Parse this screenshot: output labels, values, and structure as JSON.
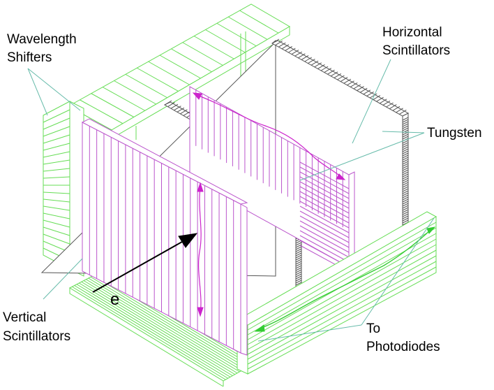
{
  "labels": {
    "wavelength_shifters": [
      "Wavelength",
      "Shifters"
    ],
    "horizontal_scintillators": [
      "Horizontal",
      "Scintillators"
    ],
    "tungsten": "Tungsten",
    "vertical_scintillators": [
      "Vertical",
      "Scintillators"
    ],
    "to_photodiodes": [
      "To",
      "Photodiodes"
    ],
    "electron": "e"
  },
  "colors": {
    "wavelength_shifter": "#66dd55",
    "scintillator": "#bb55cc",
    "tungsten": "#555555",
    "leader_line": "#66bbaa",
    "arrow": "#000000",
    "light_path_magenta": "#cc22cc",
    "light_path_green": "#33cc33"
  }
}
